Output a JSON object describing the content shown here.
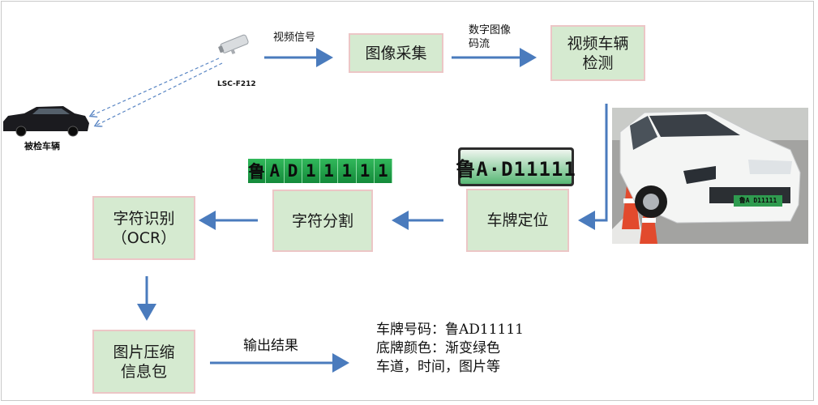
{
  "nodes": {
    "image_capture": "图像采集",
    "vehicle_detect": "视频车辆\n检测",
    "plate_locate": "车牌定位",
    "char_segment": "字符分割",
    "char_recognize": "字符识别\n（OCR）",
    "compress_pack": "图片压缩\n信息包"
  },
  "labels": {
    "video_signal": "视频信号",
    "digital_stream": "数字图像\n码流",
    "camera_model": "LSC-F212",
    "vehicle": "被检车辆",
    "output": "输出结果"
  },
  "plate_strip": [
    "鲁",
    "A",
    "D",
    "1",
    "1",
    "1",
    "1",
    "1"
  ],
  "plate_text": "鲁A·D11111",
  "car_plate_text": "鲁A D11111",
  "result_lines": [
    "车牌号码：鲁AD11111",
    "底牌颜色：渐变绿色",
    "车道，时间，图片等"
  ],
  "colors": {
    "box_fill": "#d5ead0",
    "box_border": "#ecc6c6",
    "arrow": "#4a7bbd",
    "plate_green": "#1f9e48"
  }
}
